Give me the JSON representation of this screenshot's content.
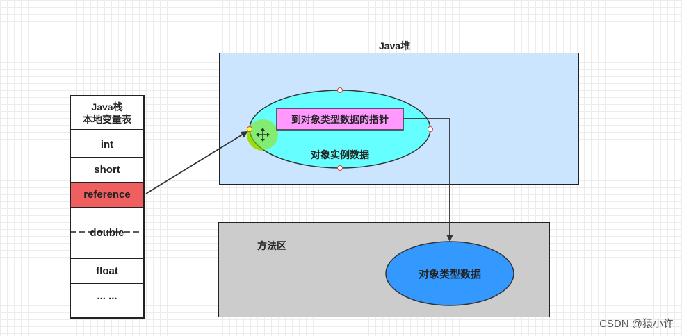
{
  "stack": {
    "title_line1": "Java栈",
    "title_line2": "本地变量表",
    "slots": [
      "int",
      "short",
      "reference",
      "double",
      "float",
      "... ..."
    ]
  },
  "heap": {
    "title": "Java堆",
    "pointer_label": "到对象类型数据的指针",
    "instance_label": "对象实例数据"
  },
  "method_area": {
    "title": "方法区",
    "type_data_label": "对象类型数据"
  },
  "watermark": "CSDN @猿小许",
  "colors": {
    "reference_slot": "#f05f5f",
    "heap_bg": "#cce5ff",
    "instance_ellipse": "#66ffff",
    "pointer_box": "#ff99ff",
    "method_bg": "#cccccc",
    "type_ellipse": "#3399ff",
    "selection_marker": "#99dd00"
  },
  "icons": [
    "move-cursor-icon"
  ]
}
